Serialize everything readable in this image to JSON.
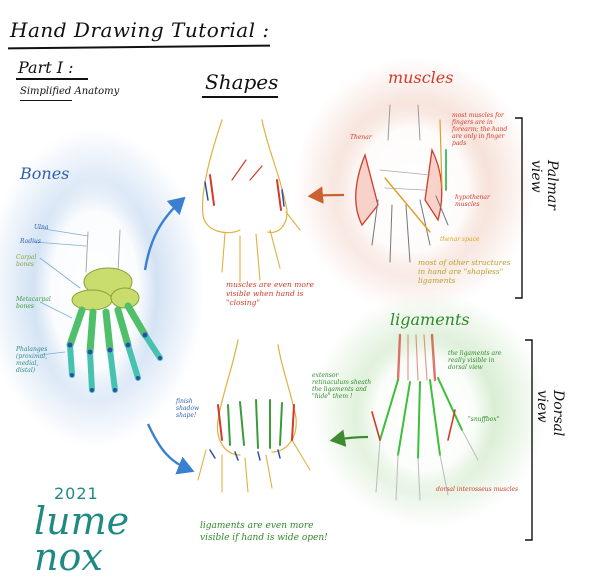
{
  "header": {
    "title": "Hand Drawing Tutorial :",
    "part": "Part I :",
    "subtitle": "Simplified Anatomy",
    "shapes_heading": "Shapes"
  },
  "bones": {
    "heading": "Bones",
    "labels": [
      "Ulna",
      "Radius",
      "Carpal bones",
      "Metacarpal bones",
      "Phalanges (proximal, medial, distal)"
    ]
  },
  "muscles": {
    "heading": "muscles",
    "labels": [
      "Thenar",
      "most muscles for fingers are in forearm; the hand are only in finger pads",
      "hypothenar muscles",
      "thenar space",
      "most of other structures in hand are \"shapless\" ligaments"
    ]
  },
  "shapes_notes": {
    "top": "muscles are even more visible when hand is \"closing\"",
    "bottom": "ligaments are even more visible if hand is wide open!",
    "bottom_side": "finish shadow shape!"
  },
  "ligaments": {
    "heading": "ligaments",
    "labels": [
      "the ligaments are really visible in dorsal view",
      "extensor retinaculum sheath the ligaments and \"hide\" them !",
      "\"snuffbox\"",
      "dorsal interosseus muscles"
    ]
  },
  "side_labels": {
    "palmar": "Palmar view",
    "dorsal": "Dorsal view"
  },
  "logo": {
    "year": "2021",
    "line1": "lume",
    "line2": "nox"
  },
  "colors": {
    "bones_glow": "#cfe0f3",
    "muscles_glow": "#f4d9cf",
    "ligaments_glow": "#d6ecd0",
    "bones_label": "#2f5fae",
    "muscles_label": "#d23a2a",
    "ligaments_label": "#2f8a2a",
    "arrow_blue": "#3a7fd0",
    "arrow_orange": "#c9622f",
    "arrow_green": "#3c8b2f",
    "logo": "#1f8a84"
  }
}
